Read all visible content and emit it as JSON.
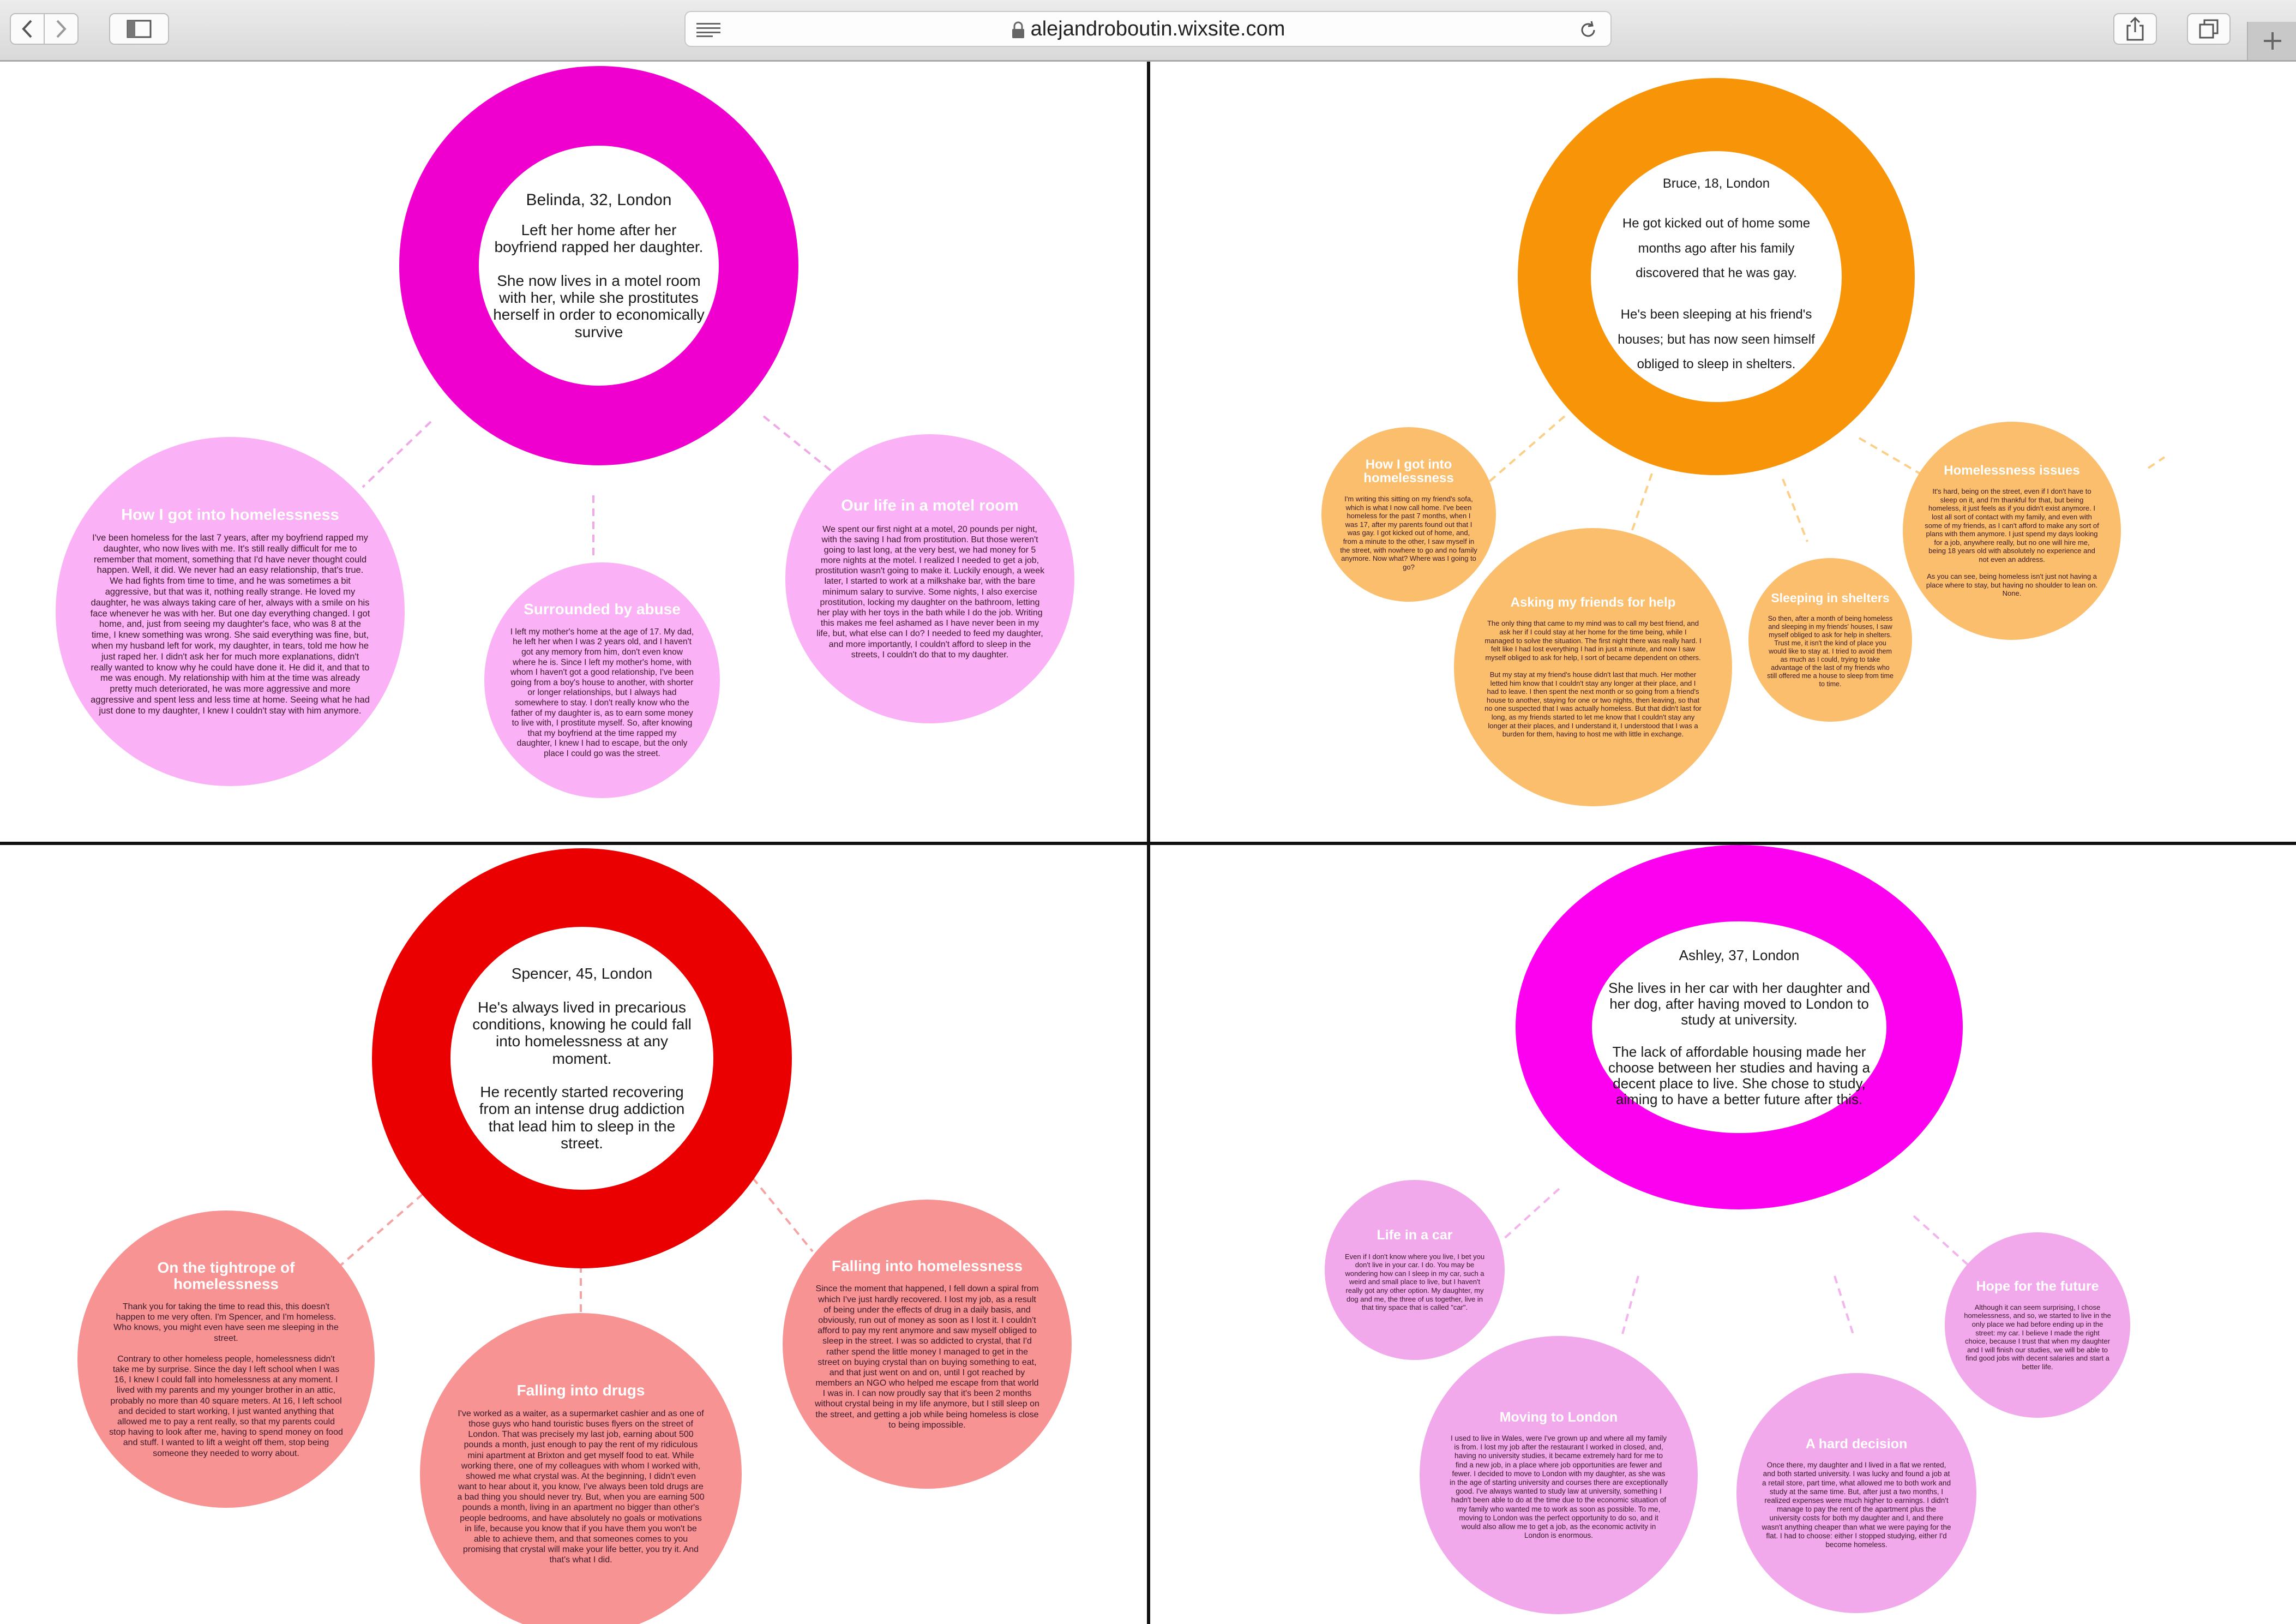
{
  "browser": {
    "url": "alejandroboutin.wixsite.com",
    "icons": [
      "back-icon",
      "forward-icon",
      "sidebar-icon",
      "reader-icon",
      "lock-icon",
      "reload-icon",
      "share-icon",
      "tabs-icon",
      "new-tab-icon"
    ]
  },
  "colors": {
    "magenta": "#ef00cf",
    "magenta_light": "#fbb1f5",
    "orange": "#f79407",
    "orange_light": "#fbbe6c",
    "red": "#ea0000",
    "red_light": "#f89393",
    "pink": "#fc00f0",
    "pink_light": "#f1a9ec"
  },
  "stories": [
    {
      "name": "Belinda, 32, London",
      "summary": [
        "Left her home after her boyfriend rapped her daughter.",
        "She now lives in a motel room with her, while she prostitutes herself in order to economically survive"
      ],
      "bubbles": [
        {
          "title": "How I got into homelessness",
          "text": "I've been homeless for the last 7 years, after my boyfriend rapped my daughter, who now lives with me. It's still really difficult for me to remember that moment, something that I'd have never thought could happen. Well, it did. We never had an easy relationship, that's true. We had fights from time to time, and he was sometimes a bit aggressive, but that was it, nothing really strange. He loved my daughter, he was always taking care of her, always with a smile on his face whenever he was with her. But one day everything changed. I got home, and, just from seeing my daughter's face, who was 8 at the time, I knew something was wrong. She said everything was fine, but, when my husband left for work, my daughter, in tears, told me how he just raped her. I didn't ask her for much more explanations, didn't really wanted to know why he could have done it. He did it, and that to me was enough. My relationship with him at the time was already pretty much deteriorated, he was more aggressive and more aggressive and spent less and less time at home. Seeing what he had just done to my daughter, I knew I couldn't stay with him anymore."
        },
        {
          "title": "Surrounded by abuse",
          "text": "I left my mother's home at the age of 17. My dad, he left her when I was 2 years old, and I haven't got any memory from him, don't even know where he is. Since I left my mother's home, with whom I haven't got a good relationship, I've been going from a boy's house to another, with shorter or longer relationships, but I always had somewhere to stay. I don't really know who the father of my daughter is, as to earn some money to live with, I prostitute myself. So, after knowing that my boyfriend at the time rapped my daughter, I knew I had to escape, but the only place I could go was the street."
        },
        {
          "title": "Our life in a motel room",
          "text": "We spent our first night at a motel, 20 pounds per night, with the saving I had from prostitution. But those weren't going to last long, at the very best, we had money for 5 more nights at the motel. I realized I needed to get a job, prostitution wasn't going to make it. Luckily enough, a week later, I started to work at a milkshake bar, with the bare minimum salary to survive. Some nights, I also exercise prostitution, locking my daughter on the bathroom, letting her play with her toys in the bath while I do the job. Writing this makes me feel ashamed as I have never been in my life, but, what else can I do? I needed to feed my daughter, and more importantly, I couldn't afford to sleep in the streets, I couldn't do that to my daughter."
        }
      ]
    },
    {
      "name": "Bruce, 18, London",
      "summary": [
        "He got kicked out of home some months ago after his family discovered that he was gay.",
        "He's been sleeping at his friend's houses; but has now seen himself obliged to sleep in shelters."
      ],
      "bubbles": [
        {
          "title": "How I got into homelessness",
          "text": "I'm writing this sitting on my friend's sofa, which is what I now call home. I've been homeless for the past 7 months, when I was 17, after my parents found out that I was gay. I got kicked out of home, and, from a minute to the other, I saw myself in the street, with nowhere to go and no family anymore. Now what? Where was I going to go?"
        },
        {
          "title": "Asking my friends for help",
          "text": "The only thing that came to my mind was to call my best friend, and ask her if I could stay at her home for the time being, while I managed to solve the situation. The first night there was really hard. I felt like I had lost everything I had in just a minute, and now I saw myself obliged to ask for help, I sort of became dependent on others.\n\nBut my stay at my friend's house didn't last that much. Her mother letted him know that I couldn't stay any longer at their place, and I had to leave. I then spent the next month or so going from a friend's house to another, staying for one or two nights, then leaving, so that no one suspected that I was actually homeless. But that didn't last for long, as my friends started to let me know that I couldn't stay any longer at their places, and I understand it, I understood that I was a burden for them, having to host me with little in exchange."
        },
        {
          "title": "Sleeping in shelters",
          "text": "So then, after a month of being homeless and sleeping in my friends' houses, I saw myself obliged to ask for help in shelters. Trust me, it isn't the kind of place you would like to stay at. I tried to avoid them as much as I could, trying to take advantage of the last of my friends who still offered me a house to sleep from time to time."
        },
        {
          "title": "Homelessness issues",
          "text": "It's hard, being on the street, even if I don't have to sleep on it, and I'm thankful for that, but being homeless, it just feels as if you didn't exist anymore. I lost all sort of contact with my family, and even with some of my friends, as I can't afford to make any sort of plans with them anymore. I just spend my days looking for a job, anywhere really, but no one will hire me, being 18 years old with absolutely no experience and not even an address.\n\nAs you can see, being homeless isn't just not having a place where to stay, but having no shoulder to lean on. None."
        }
      ]
    },
    {
      "name": "Spencer, 45, London",
      "summary": [
        "He's always lived in precarious conditions, knowing he could fall into homelessness at any moment.",
        "He recently started recovering from an intense drug addiction that lead him to sleep in the street."
      ],
      "bubbles": [
        {
          "title": "On the tightrope of homelessness",
          "text": "Thank you for taking the time to read this, this doesn't happen to me very often. I'm Spencer, and I'm homeless. Who knows, you might even have seen me sleeping in the street.\n\nContrary to other homeless people, homelessness didn't take me by surprise. Since the day I left school when I was 16, I knew I could fall into homelessness at any moment. I lived with my parents and my younger brother in an attic, probably no more than 40 square meters. At 16, I left school and decided to start working, I just wanted anything that allowed me to pay a rent really, so that my parents could stop having to look after me, having to spend money on food and stuff. I wanted to lift a weight off them, stop being someone they needed to worry about."
        },
        {
          "title": "Falling into drugs",
          "text": "I've worked as a waiter, as a supermarket cashier and as one of those guys who hand touristic buses flyers on the street of London. That was precisely my last job, earning about 500 pounds a month, just enough to pay the rent of my ridiculous mini apartment at Brixton and get myself food to eat. While working there, one of my colleagues with whom I worked with, showed me what crystal was. At the beginning, I didn't even want to hear about it, you know, I've always been told drugs are a bad thing you should never try. But, when you are earning 500 pounds a month, living in an apartment no bigger than other's people bedrooms, and have absolutely no goals or motivations in life, because you know that if you have them you won't be able to achieve them, and that someones comes to you promising that crystal will make your life better, you try it. And that's what I did."
        },
        {
          "title": "Falling into homelessness",
          "text": "Since the moment that happened, I fell down a spiral from which I've just hardly recovered. I lost my job, as a result of being under the effects of drug in a daily basis, and obviously, run out of money as soon as I lost it. I couldn't afford to pay my rent anymore and saw myself obliged to sleep in the street. I was so addicted to crystal, that I'd rather spend the little money I managed to get in the street on buying crystal than on buying something to eat, and that just went on and on, until I got reached by members an NGO who helped me escape from that world I was in. I can now proudly say that it's been 2 months without crystal being in my life anymore, but I still sleep on the street, and getting a job while being homeless is close to being impossible."
        }
      ]
    },
    {
      "name": "Ashley, 37, London",
      "summary": [
        "She lives in her car with her daughter and her dog, after having moved to London to study at university.",
        "The lack of affordable housing made her choose between her studies and having a decent place to live. She chose to study, aiming to have a better future after this."
      ],
      "bubbles": [
        {
          "title": "Life in a car",
          "text": "Even if I don't know where you live, I bet you don't live in your car. I do. You may be wondering how can I sleep in my car, such a weird and small place to live, but I haven't really got any other option. My daughter, my dog and me, the three of us together, live in that tiny space that is called \"car\"."
        },
        {
          "title": "Moving to London",
          "text": "I used to live in Wales, were I've grown up and where all my family is from. I lost my job after the restaurant I worked in closed, and, having no university studies, it became extremely hard for me to find a new job, in a place where job opportunities are fewer and fewer. I decided to move to London with my daughter, as she was in the age of starting university and courses there are exceptionally good. I've always wanted to study law at university, something I hadn't been able to do at the time due to the economic situation of my family who wanted me to work as soon as possible. To me, moving to London was the perfect opportunity to do so, and it would also allow me to get a job, as the economic activity in London is enormous."
        },
        {
          "title": "A hard decision",
          "text": "Once there, my daughter and I lived in a flat we rented, and both started university. I was lucky and found a job at a retail store, part time, what allowed me to both work and study at the same time. But, after just a two months, I realized expenses were much higher to earnings. I didn't manage to pay the rent of the apartment plus the university costs for both my daughter and I, and there wasn't anything cheaper than what we were paying for the flat. I had to choose: either I stopped studying, either I'd become homeless."
        },
        {
          "title": "Hope for the future",
          "text": "Although it can seem surprising, I chose homelessness, and so, we started to live in the only place we had before ending up in the street: my car. I believe I made the right choice, because I trust that when my daughter and I will finish our studies, we will be able to find good jobs with decent salaries and start a better life."
        }
      ]
    }
  ]
}
